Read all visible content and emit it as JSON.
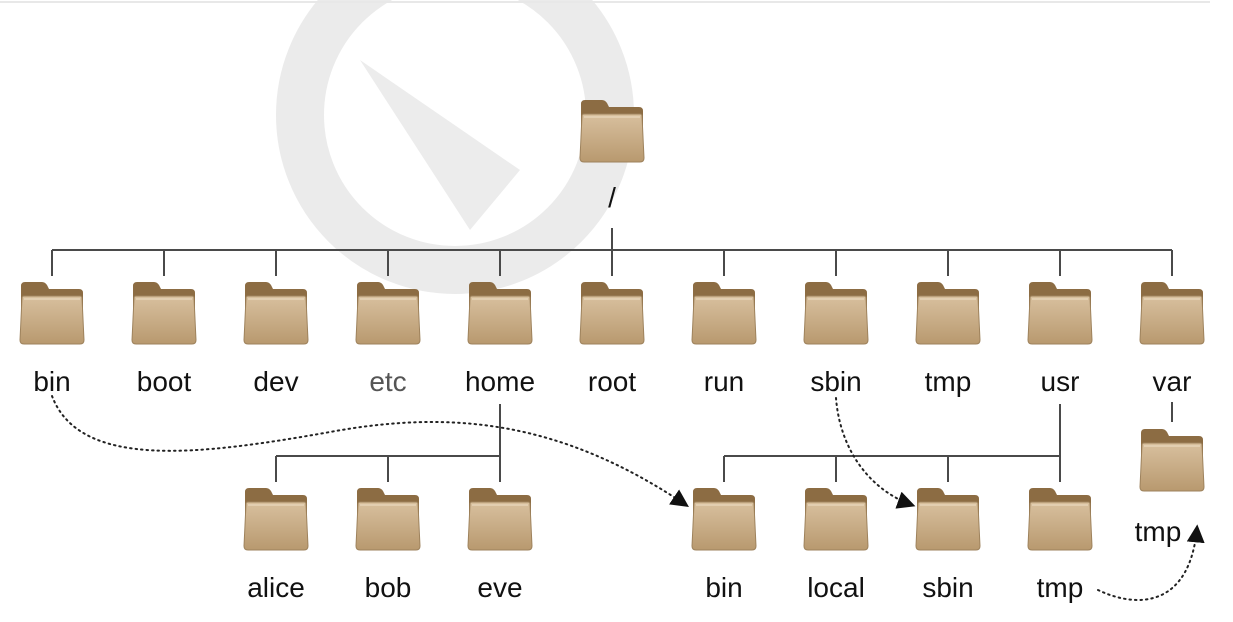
{
  "root": {
    "label": "/"
  },
  "top_level": [
    {
      "id": "bin",
      "label": "bin"
    },
    {
      "id": "boot",
      "label": "boot"
    },
    {
      "id": "dev",
      "label": "dev"
    },
    {
      "id": "etc",
      "label": "etc"
    },
    {
      "id": "home",
      "label": "home"
    },
    {
      "id": "root",
      "label": "root"
    },
    {
      "id": "run",
      "label": "run"
    },
    {
      "id": "sbin",
      "label": "sbin"
    },
    {
      "id": "tmp",
      "label": "tmp"
    },
    {
      "id": "usr",
      "label": "usr"
    },
    {
      "id": "var",
      "label": "var"
    }
  ],
  "home_children": [
    {
      "id": "alice",
      "label": "alice"
    },
    {
      "id": "bob",
      "label": "bob"
    },
    {
      "id": "eve",
      "label": "eve"
    }
  ],
  "usr_children": [
    {
      "id": "usr-bin",
      "label": "bin"
    },
    {
      "id": "usr-local",
      "label": "local"
    },
    {
      "id": "usr-sbin",
      "label": "sbin"
    },
    {
      "id": "usr-tmp",
      "label": "tmp"
    }
  ],
  "var_children": [
    {
      "id": "var-tmp",
      "label": "tmp"
    }
  ],
  "links": [
    {
      "from": "bin",
      "to": "usr-bin"
    },
    {
      "from": "sbin",
      "to": "usr-sbin"
    },
    {
      "from": "usr-tmp",
      "to": "var-tmp"
    }
  ],
  "colors": {
    "folder_body": "#c8ab84",
    "folder_back": "#8c6c43",
    "line": "#4a4a4a",
    "watermark": "#e6e6e6"
  }
}
